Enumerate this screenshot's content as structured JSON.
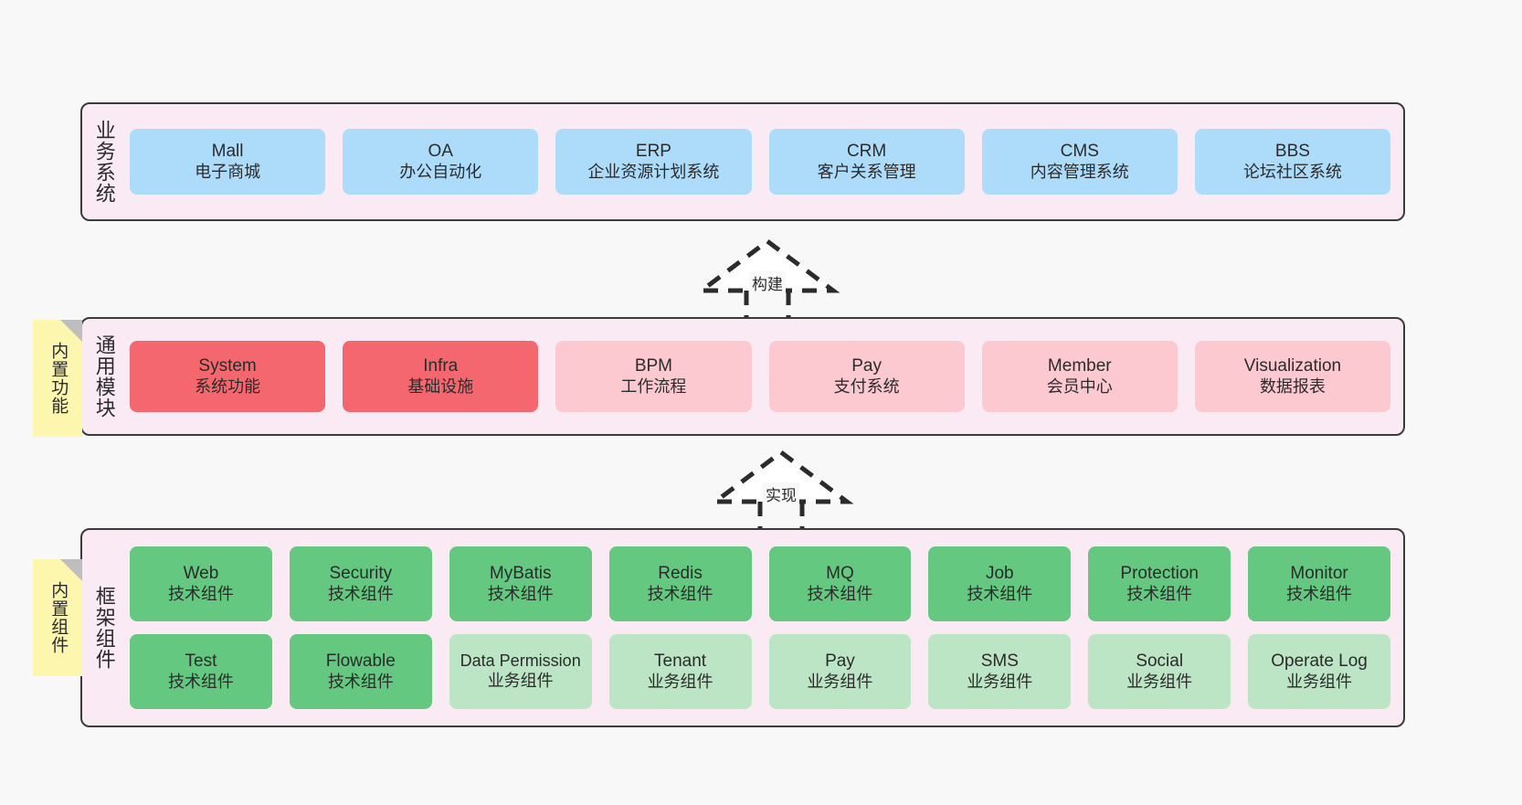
{
  "theme": {
    "band_bg": "#F9EAF4",
    "band_border": "#3b3b3b",
    "blue": "#ADDCFB",
    "red": "#F4676E",
    "pink": "#FCC9D1",
    "green": "#64C880",
    "light_green": "#BCE5C5",
    "note_yellow": "#FCF6AE",
    "page_bg": "#F8F8F8"
  },
  "layers": [
    {
      "id": "business-system",
      "title": "业务系统",
      "rows": [
        [
          {
            "en": "Mall",
            "cn": "电子商城",
            "color": "c-blue"
          },
          {
            "en": "OA",
            "cn": "办公自动化",
            "color": "c-blue"
          },
          {
            "en": "ERP",
            "cn": "企业资源计划系统",
            "color": "c-blue"
          },
          {
            "en": "CRM",
            "cn": "客户关系管理",
            "color": "c-blue"
          },
          {
            "en": "CMS",
            "cn": "内容管理系统",
            "color": "c-blue"
          },
          {
            "en": "BBS",
            "cn": "论坛社区系统",
            "color": "c-blue"
          }
        ]
      ]
    },
    {
      "id": "common-module",
      "title": "通用模块",
      "rows": [
        [
          {
            "en": "System",
            "cn": "系统功能",
            "color": "c-red"
          },
          {
            "en": "Infra",
            "cn": "基础设施",
            "color": "c-red"
          },
          {
            "en": "BPM",
            "cn": "工作流程",
            "color": "c-pink"
          },
          {
            "en": "Pay",
            "cn": "支付系统",
            "color": "c-pink"
          },
          {
            "en": "Member",
            "cn": "会员中心",
            "color": "c-pink"
          },
          {
            "en": "Visualization",
            "cn": "数据报表",
            "color": "c-pink"
          }
        ]
      ]
    },
    {
      "id": "framework-component",
      "title": "框架组件",
      "rows": [
        [
          {
            "en": "Web",
            "cn": "技术组件",
            "color": "c-green"
          },
          {
            "en": "Security",
            "cn": "技术组件",
            "color": "c-green"
          },
          {
            "en": "MyBatis",
            "cn": "技术组件",
            "color": "c-green"
          },
          {
            "en": "Redis",
            "cn": "技术组件",
            "color": "c-green"
          },
          {
            "en": "MQ",
            "cn": "技术组件",
            "color": "c-green"
          },
          {
            "en": "Job",
            "cn": "技术组件",
            "color": "c-green"
          },
          {
            "en": "Protection",
            "cn": "技术组件",
            "color": "c-green"
          },
          {
            "en": "Monitor",
            "cn": "技术组件",
            "color": "c-green"
          }
        ],
        [
          {
            "en": "Test",
            "cn": "技术组件",
            "color": "c-green"
          },
          {
            "en": "Flowable",
            "cn": "技术组件",
            "color": "c-green"
          },
          {
            "en": "Data Permission",
            "cn": "业务组件",
            "color": "c-lightgreen"
          },
          {
            "en": "Tenant",
            "cn": "业务组件",
            "color": "c-lightgreen"
          },
          {
            "en": "Pay",
            "cn": "业务组件",
            "color": "c-lightgreen"
          },
          {
            "en": "SMS",
            "cn": "业务组件",
            "color": "c-lightgreen"
          },
          {
            "en": "Social",
            "cn": "业务组件",
            "color": "c-lightgreen"
          },
          {
            "en": "Operate Log",
            "cn": "业务组件",
            "color": "c-lightgreen"
          }
        ]
      ]
    }
  ],
  "notes": [
    {
      "id": "builtin-function",
      "text": "内置功能"
    },
    {
      "id": "builtin-component",
      "text": "内置组件"
    }
  ],
  "arrows": [
    {
      "id": "build",
      "label": "构建"
    },
    {
      "id": "implement",
      "label": "实现"
    }
  ]
}
